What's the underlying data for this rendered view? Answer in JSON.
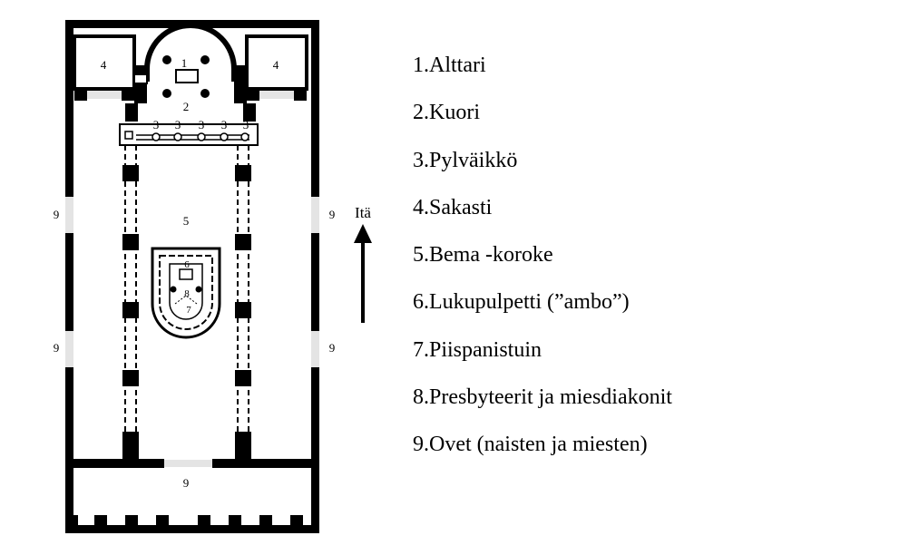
{
  "diagram": {
    "plan_labels": {
      "altar": "1",
      "choir": "2",
      "colonnade": [
        "3",
        "3",
        "3",
        "3",
        "3"
      ],
      "sacristy_left": "4",
      "sacristy_right": "4",
      "bema": "5",
      "ambo": "6",
      "bishop_throne": "7",
      "presbyters": "8",
      "door_left_upper": "9",
      "door_left_lower": "9",
      "door_right_upper": "9",
      "door_right_lower": "9",
      "door_bottom": "9"
    },
    "compass_label": "Itä",
    "legend": [
      "1.Alttari",
      "2.Kuori",
      "3.Pylväikkö",
      "4.Sakasti",
      "5.Bema -koroke",
      "6.Lukupulpetti (”ambo”)",
      "7.Piispanistuin",
      "8.Presbyteerit ja miesdiakonit",
      "9.Ovet (naisten ja miesten)"
    ]
  }
}
